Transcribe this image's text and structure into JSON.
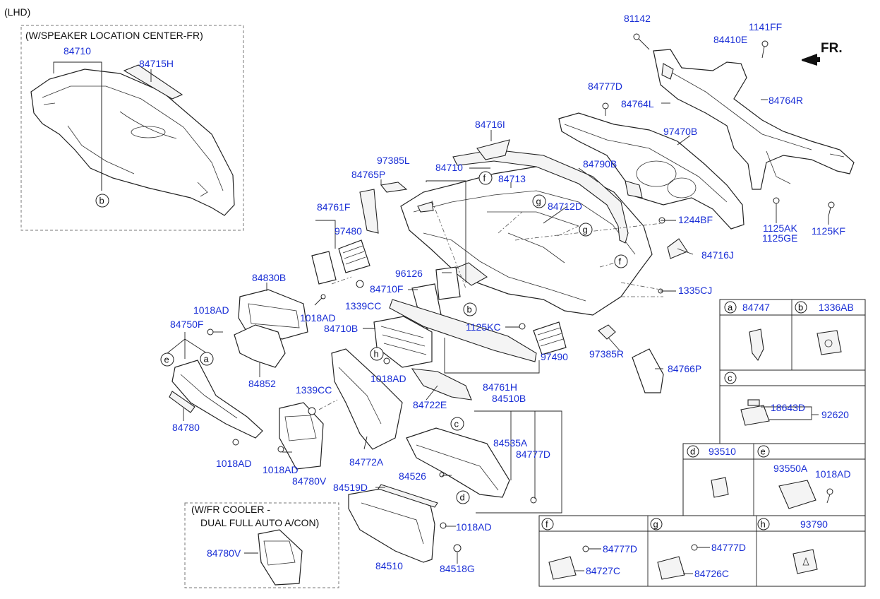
{
  "header": {
    "lhd": "(LHD)",
    "fr": "FR."
  },
  "insets": {
    "speaker_title": "(W/SPEAKER LOCATION CENTER-FR)",
    "cooler_title_1": "(W/FR COOLER -",
    "cooler_title_2": "DUAL FULL AUTO A/CON)"
  },
  "labels": {
    "p84710_inset": "84710",
    "p84715H": "84715H",
    "p81142": "81142",
    "p1141FF": "1141FF",
    "p84410E": "84410E",
    "p84777D_a": "84777D",
    "p84764L": "84764L",
    "p84764R": "84764R",
    "p97470B": "97470B",
    "p84716I": "84716I",
    "p97385L": "97385L",
    "p84710": "84710",
    "p84713": "84713",
    "p84765P": "84765P",
    "p84790B": "84790B",
    "p84712D": "84712D",
    "p84761F": "84761F",
    "p97480": "97480",
    "p1244BF": "1244BF",
    "p1125AK": "1125AK",
    "p1125GE": "1125GE",
    "p1125KF": "1125KF",
    "p84716J": "84716J",
    "p84830B": "84830B",
    "p96126": "96126",
    "p84710F": "84710F",
    "p1339CC_a": "1339CC",
    "p1018AD_a": "1018AD",
    "p1335CJ": "1335CJ",
    "p1018AD_b": "1018AD",
    "p84750F": "84750F",
    "p84710B": "84710B",
    "p1125KC": "1125KC",
    "p97490": "97490",
    "p97385R": "97385R",
    "p84766P": "84766P",
    "p1018AD_c": "1018AD",
    "p84852": "84852",
    "p84761H": "84761H",
    "p1339CC_b": "1339CC",
    "p84722E": "84722E",
    "p84510B": "84510B",
    "p84780": "84780",
    "p84535A": "84535A",
    "p84777D_b": "84777D",
    "p1018AD_d": "1018AD",
    "p1018AD_e": "1018AD",
    "p84772A": "84772A",
    "p84526": "84526",
    "p84780V": "84780V",
    "p84519D": "84519D",
    "p1018AD_f": "1018AD",
    "p84510": "84510",
    "p84518G": "84518G",
    "p84780V_b": "84780V"
  },
  "refs": [
    "a",
    "b",
    "c",
    "d",
    "e",
    "f",
    "g",
    "h"
  ],
  "table": {
    "a_code": "84747",
    "b_code": "1336AB",
    "c_18643D": "18643D",
    "c_92620": "92620",
    "d_code": "93510",
    "e_93550A": "93550A",
    "e_1018AD": "1018AD",
    "f_84777D": "84777D",
    "f_84727C": "84727C",
    "g_84777D": "84777D",
    "g_84726C": "84726C",
    "h_code": "93790"
  }
}
